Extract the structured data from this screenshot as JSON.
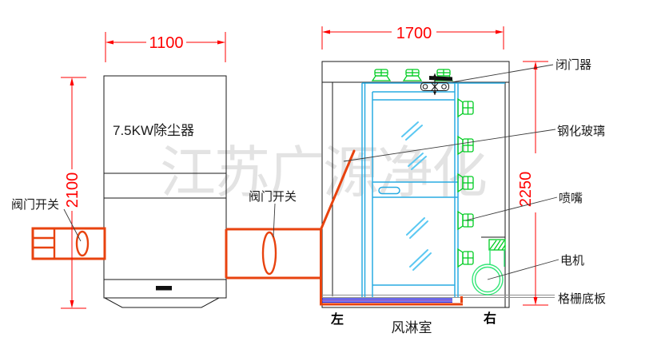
{
  "diagram": {
    "caption": "风淋室",
    "watermark": "江苏广源净化",
    "side_left": "左",
    "side_right": "右"
  },
  "dimensions": {
    "dust_collector_width": "1100",
    "air_shower_width": "1700",
    "dust_collector_height": "2100",
    "air_shower_height": "2250"
  },
  "labels": {
    "dust_collector": "7.5KW除尘器",
    "valve_switch_left": "阀门开关",
    "valve_switch_middle": "阀门开关",
    "door_closer": "闭门器",
    "tempered_glass": "钢化玻璃",
    "nozzle": "喷嘴",
    "motor": "电机",
    "grille_plate": "格栅底板"
  },
  "colors": {
    "dimension_red": "#ff0000",
    "duct_orange": "#e8430f",
    "nozzle_green": "#00cc22",
    "motor_green": "#33e677",
    "door_cyan": "#29abe2",
    "glass_blue": "#5bc8f2",
    "floor_blue": "#2222dd",
    "floor_purple": "#7744cc",
    "structure_black": "#1a1a1a",
    "watermark_gray": "#c8c8c8"
  }
}
